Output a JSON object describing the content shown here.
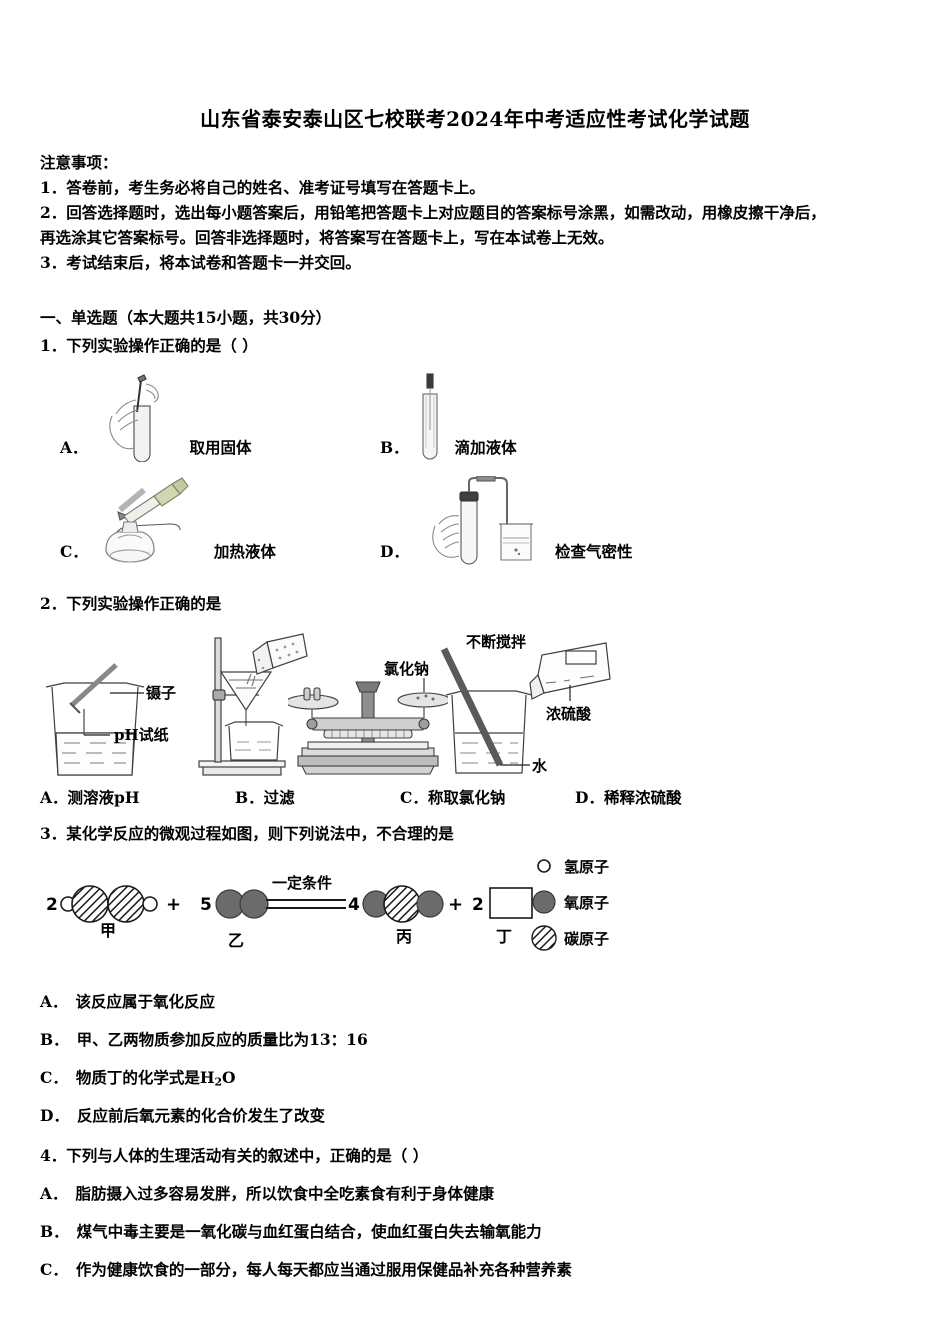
{
  "document": {
    "title": "山东省泰安泰山区七校联考2024年中考适应性考试化学试题",
    "notice_heading": "注意事项：",
    "notice_lines": [
      "1．答卷前，考生务必将自己的姓名、准考证号填写在答题卡上。",
      "2．回答选择题时，选出每小题答案后，用铅笔把答题卡上对应题目的答案标号涂黑，如需改动，用橡皮擦干净后，",
      "再选涂其它答案标号。回答非选择题时，将答案写在答题卡上，写在本试卷上无效。",
      "3．考试结束后，将本试卷和答题卡一并交回。"
    ],
    "section_heading": "一、单选题（本大题共15小题，共30分）"
  },
  "questions": [
    {
      "number": "1．",
      "stem": "下列实验操作正确的是（      ）",
      "figure_options": [
        {
          "label": "A．",
          "caption": "取用固体",
          "icon": "test-tube-with-spatula-icon"
        },
        {
          "label": "B．",
          "caption": "滴加液体",
          "icon": "dropper-in-test-tube-icon"
        },
        {
          "label": "C．",
          "caption": "加热液体",
          "icon": "heating-flask-over-alcohol-lamp-icon"
        },
        {
          "label": "D．",
          "caption": "检查气密性",
          "icon": "airtightness-check-apparatus-icon"
        }
      ]
    },
    {
      "number": "2．",
      "stem": "下列实验操作正确的是",
      "figure_labels": {
        "tweezers": "镊子",
        "ph_paper": "pH试纸",
        "sodium_chloride": "氯化钠",
        "keep_stirring": "不断搅拌",
        "concentrated_sulfuric_acid": "浓硫酸",
        "water": "水"
      },
      "options": [
        {
          "label": "A．",
          "text": "测溶液pH"
        },
        {
          "label": "B．",
          "text": "过滤"
        },
        {
          "label": "C．",
          "text": "称取氯化钠"
        },
        {
          "label": "D．",
          "text": "稀释浓硫酸"
        }
      ]
    },
    {
      "number": "3．",
      "stem": "某化学反应的微观过程如图，则下列说法中，不合理的是",
      "reaction": {
        "condition_text": "一定条件",
        "terms": [
          {
            "coefficient": "2",
            "name": "甲",
            "kind": "molecule"
          },
          {
            "operator": "+"
          },
          {
            "coefficient": "5",
            "name": "乙",
            "kind": "molecule"
          },
          {
            "operator": "="
          },
          {
            "coefficient": "4",
            "name": "丙",
            "kind": "molecule"
          },
          {
            "operator": "+"
          },
          {
            "coefficient": "2",
            "name": "丁",
            "kind": "unknown-box"
          }
        ]
      },
      "legend": [
        {
          "symbol": "hollow-circle",
          "text": "氢原子"
        },
        {
          "symbol": "gray-circle",
          "text": "氧原子"
        },
        {
          "symbol": "hatched-circle",
          "text": "碳原子"
        }
      ],
      "options": [
        {
          "label": "A．",
          "text": "该反应属于氧化反应"
        },
        {
          "label": "B．",
          "text": "甲、乙两物质参加反应的质量比为13：16"
        },
        {
          "label": "C．",
          "text": "物质丁的化学式是H",
          "sub": "2",
          "text_after": "O"
        },
        {
          "label": "D．",
          "text": "反应前后氧元素的化合价发生了改变"
        }
      ]
    },
    {
      "number": "4．",
      "stem": "下列与人体的生理活动有关的叙述中，正确的是（      ）",
      "options": [
        {
          "label": "A．",
          "text": "脂肪摄入过多容易发胖，所以饮食中全吃素食有利于身体健康"
        },
        {
          "label": "B．",
          "text": "煤气中毒主要是一氧化碳与血红蛋白结合，使血红蛋白失去输氧能力"
        },
        {
          "label": "C．",
          "text": "作为健康饮食的一部分，每人每天都应当通过服用保健品补充各种营养素"
        }
      ]
    }
  ],
  "colors": {
    "ink": "#000000",
    "paper": "#ffffff",
    "gray_atom": "#6b6b6b",
    "glass": "#d8d8d8",
    "metal": "#9a9a9a",
    "tube_green": "#c8cfa8"
  }
}
